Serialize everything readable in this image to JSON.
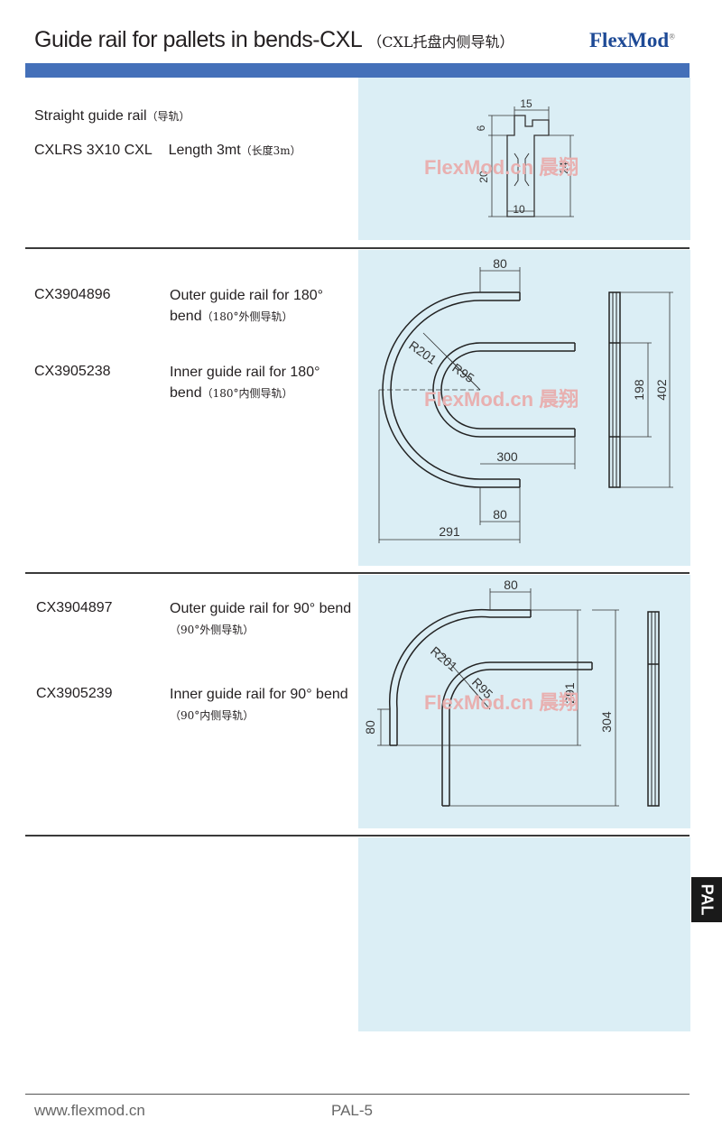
{
  "header": {
    "title": "Guide rail for pallets in bends-CXL",
    "subtitle": "（CXL托盘内侧导轨）",
    "brand": "FlexMod",
    "brand_mark": "®"
  },
  "section1": {
    "name": "Straight guide rail",
    "name_cn": "（导轨）",
    "code": "CXLRS 3X10 CXL",
    "length": "Length 3mt",
    "length_cn": "（长度3m）",
    "drawing": {
      "dim_width_top": "15",
      "dim_small": "6",
      "dim_height_right": "24",
      "dim_height_left": "20",
      "dim_width_bottom": "10",
      "watermark": "FlexMod.cn 晨翔"
    }
  },
  "section2": {
    "items": [
      {
        "code": "CX3904896",
        "desc": "Outer guide rail for 180° bend",
        "desc_cn": "（180°外侧导轨）"
      },
      {
        "code": "CX3905238",
        "desc": "Inner guide rail for 180° bend",
        "desc_cn": "（180°内侧导轨）"
      }
    ],
    "drawing": {
      "dim_top": "80",
      "dim_r_outer": "R201",
      "dim_r_inner": "R95",
      "dim_300": "300",
      "dim_bottom_80": "80",
      "dim_291": "291",
      "dim_198": "198",
      "dim_402": "402",
      "watermark": "FlexMod.cn 晨翔"
    }
  },
  "section3": {
    "items": [
      {
        "code": "CX3904897",
        "desc": "Outer guide rail for 90° bend",
        "desc_cn": "（90°外侧导轨）"
      },
      {
        "code": "CX3905239",
        "desc": "Inner guide rail for 90° bend",
        "desc_cn": "（90°内侧导轨）"
      }
    ],
    "drawing": {
      "dim_top": "80",
      "dim_r_outer": "R201",
      "dim_r_inner": "R95",
      "dim_left_80": "80",
      "dim_291": "291",
      "dim_304": "304",
      "watermark": "FlexMod.cn 晨翔"
    }
  },
  "side_tab": "PAL",
  "footer": {
    "url": "www.flexmod.cn",
    "page": "PAL-5"
  },
  "colors": {
    "header_bar": "#4470b9",
    "panel": "#dbeef5",
    "brand": "#1e4a96",
    "watermark": "#e8b0b0"
  }
}
